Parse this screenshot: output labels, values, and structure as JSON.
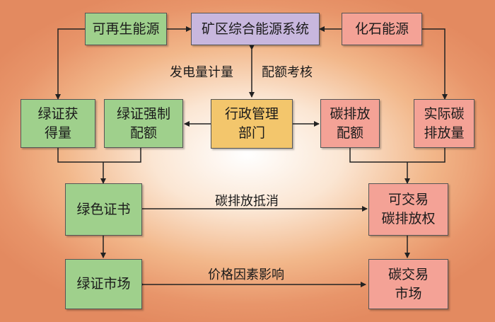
{
  "nodes": {
    "renewable": "可再生能源",
    "mining_system": "矿区综合能源系统",
    "fossil": "化石能源",
    "green_cert_obtained": "绿证获\n得量",
    "green_cert_quota": "绿证强制\n配额",
    "admin_dept": "行政管理\n部门",
    "carbon_quota": "碳排放\n配额",
    "actual_carbon": "实际碳\n排放量",
    "green_cert": "绿色证书",
    "tradable_carbon": "可交易\n碳排放权",
    "green_cert_market": "绿证市场",
    "carbon_market": "碳交易\n市场"
  },
  "edge_labels": {
    "power_metering": "发电量计量",
    "quota_assessment": "配额考核",
    "carbon_offset": "碳排放抵消",
    "price_influence": "价格因素影响"
  },
  "colors": {
    "green_box": "#9fd08c",
    "pink_box": "#f4a296",
    "purple_box": "#c8b7de",
    "yellow_box": "#f3c66c",
    "arrow": "#222222"
  }
}
